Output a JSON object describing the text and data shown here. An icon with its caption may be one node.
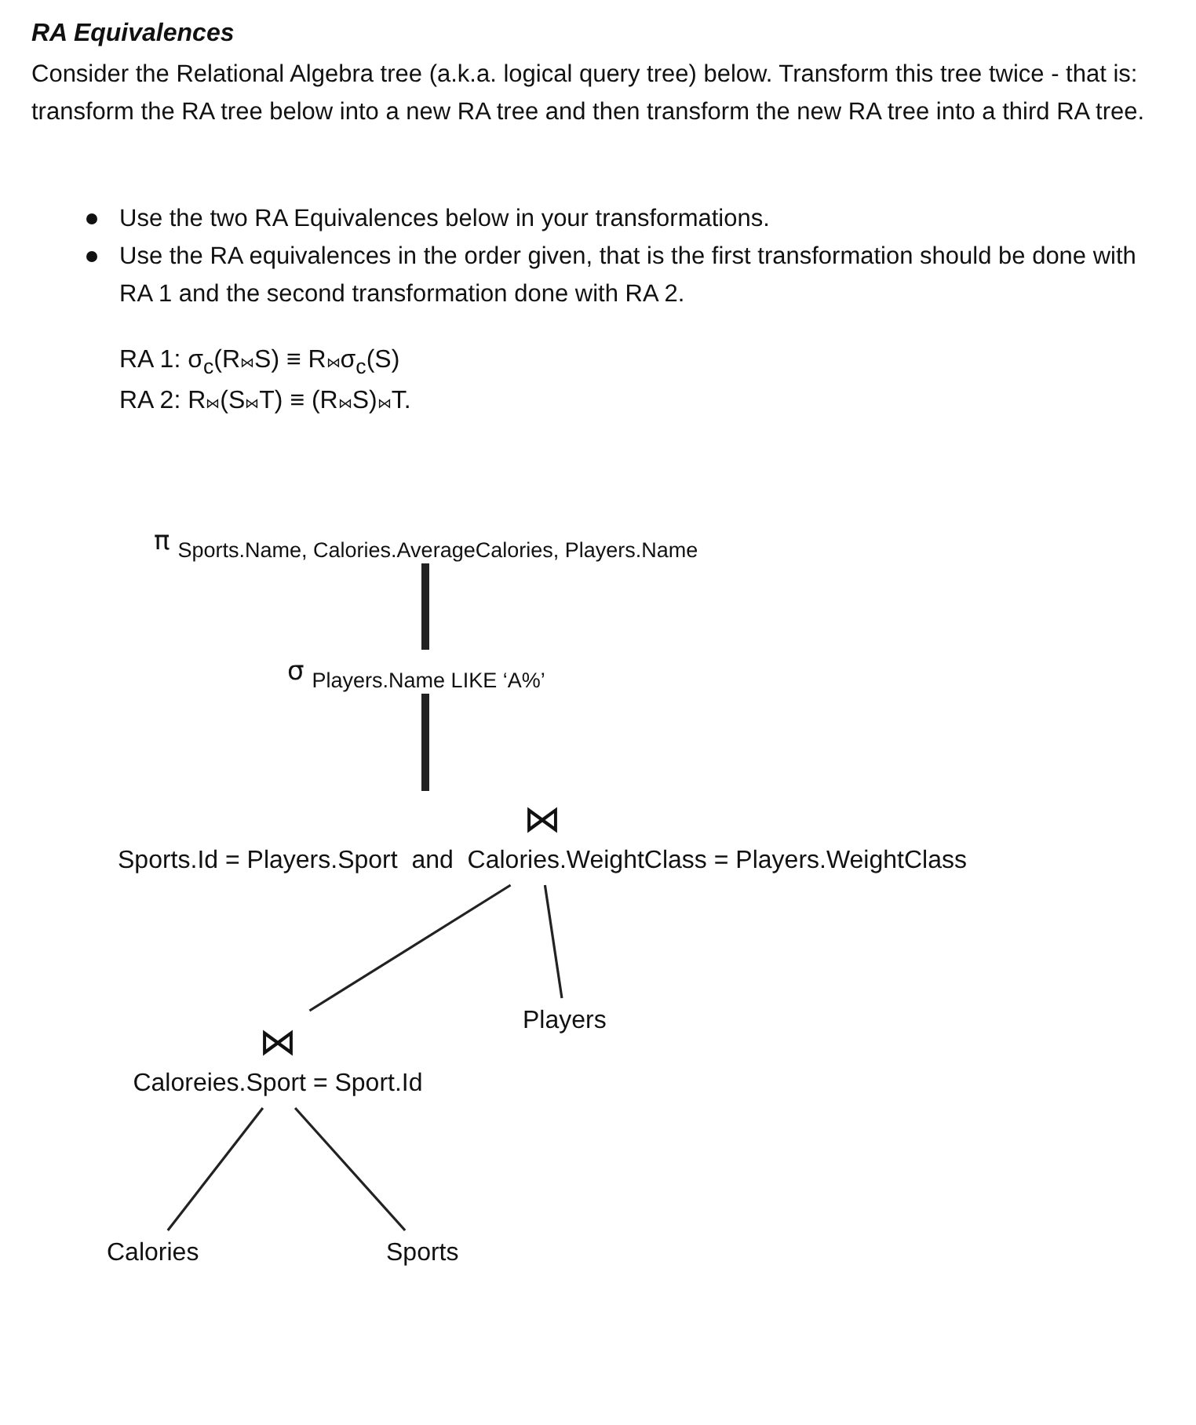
{
  "diagram": {
    "title": "RA Equivalences",
    "nodes": [
      {
        "text": [
          "π",
          "Sports.Name, Calories.AverageCalories, Players.Name"
        ]
      },
      {
        "text": [
          "σ",
          "Players.Name LIKE ‘A%’"
        ]
      },
      {
        "text": [
          "⋈",
          "Sports.Id = Players.Sport  and  Calories.WeightClass = Players.WeightClass"
        ]
      },
      {
        "text": [
          "⋈",
          "Caloreies.Sport = Sport.Id"
        ]
      },
      {
        "text": [
          "Players"
        ]
      },
      {
        "text": [
          "Calories"
        ]
      },
      {
        "text": [
          "Sports"
        ]
      }
    ],
    "edges": [
      {
        "from": 0,
        "to": 1,
        "arrow": "none",
        "style": "thick"
      },
      {
        "from": 1,
        "to": 2,
        "arrow": "none",
        "style": "thick"
      },
      {
        "from": 2,
        "to": 3,
        "arrow": "none"
      },
      {
        "from": 2,
        "to": 4,
        "arrow": "none"
      },
      {
        "from": 3,
        "to": 5,
        "arrow": "none"
      },
      {
        "from": 3,
        "to": 6,
        "arrow": "none"
      }
    ],
    "labels": [
      "Consider the Relational Algebra tree (a.k.a. logical query tree) below. Transform this tree twice - that is: transform the RA tree below into a new RA tree and then transform the new RA tree into a third RA tree.",
      "Use the two RA Equivalences below in your transformations.",
      "Use the RA equivalences in the order given, that is the first transformation should be done with RA 1 and the second transformation done with RA 2.",
      "RA 1:  σ$_{c}$(R⋈S) ≡ R⋈σ$_{c}$(S)",
      "RA 2:  R⋈(S⋈T) ≡ (R⋈S)⋈T."
    ]
  }
}
